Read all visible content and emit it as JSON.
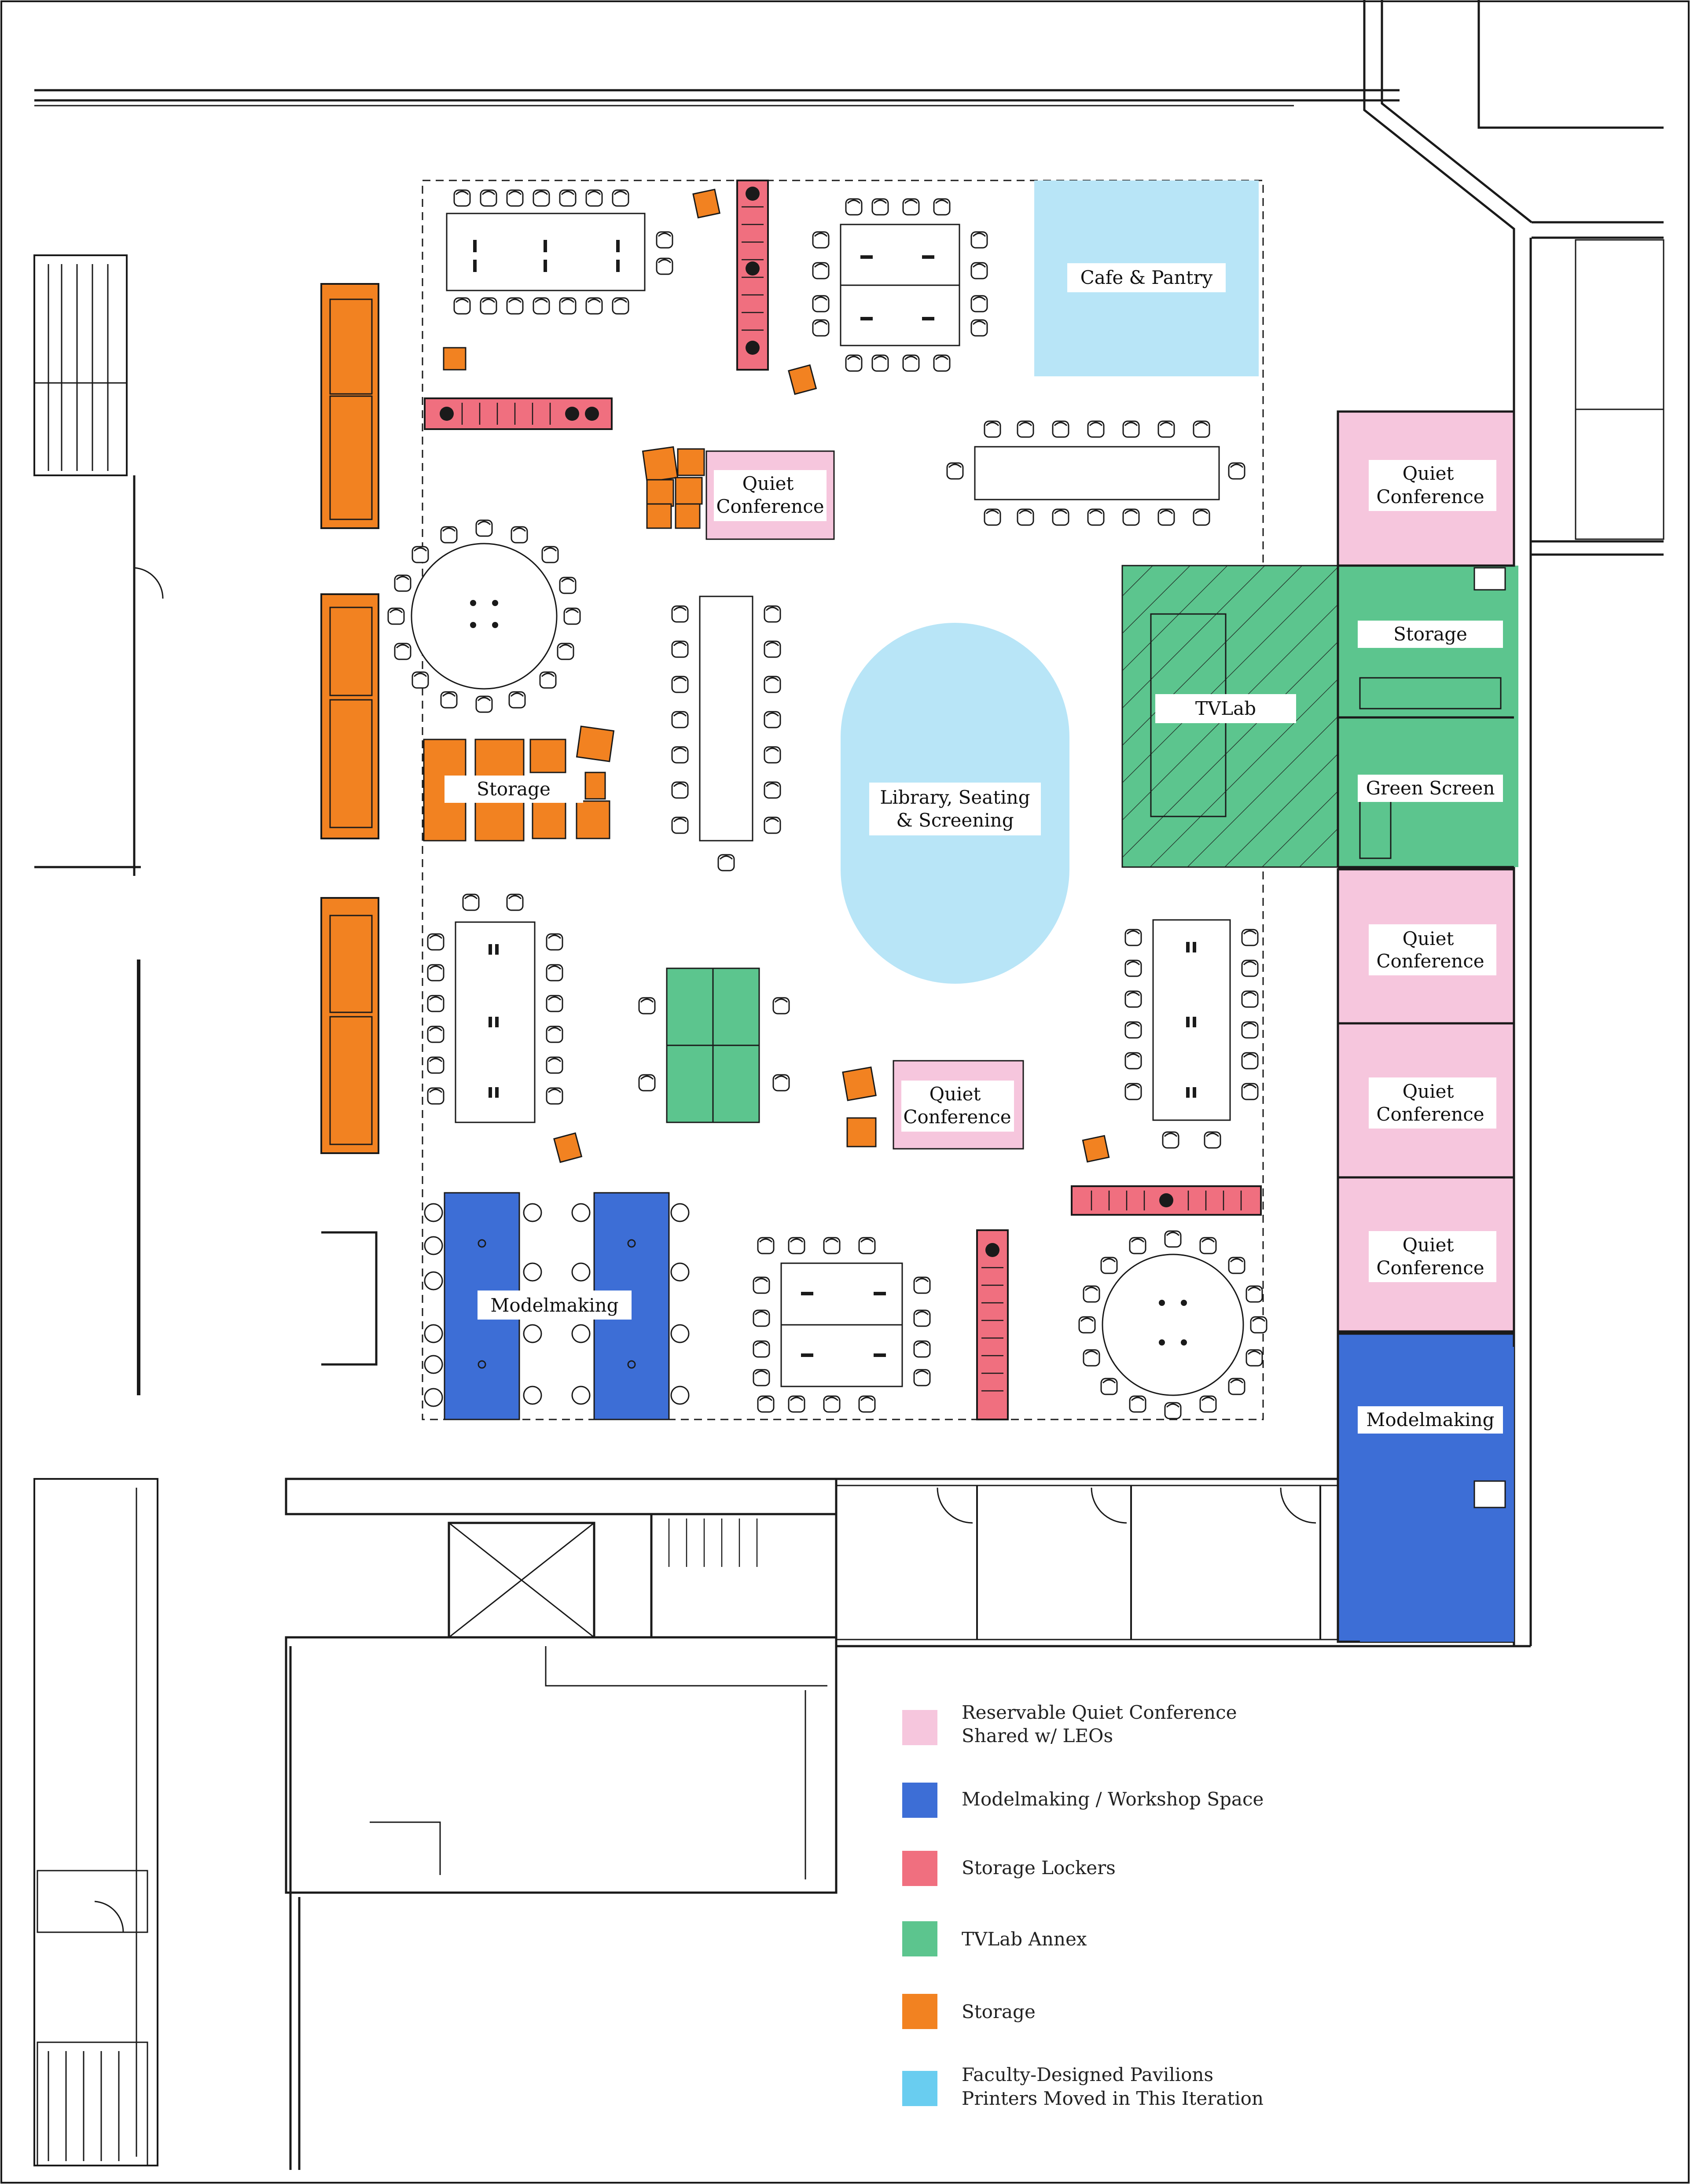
{
  "colors": {
    "quiet_conference": "#f6c6dd",
    "modelmaking": "#3d6ed6",
    "storage_lockers": "#f06f7f",
    "tvlab": "#5cc58e",
    "storage": "#f28221",
    "pavilions": "#b8e5f7",
    "pavilions_legend": "#69cdf0",
    "line": "#1a1a1a"
  },
  "rooms": {
    "cafe": "Cafe & Pantry",
    "library_line1": "Library, Seating",
    "library_line2": "& Screening",
    "tvlab": "TVLab",
    "storage": "Storage",
    "storage_corridor": "Storage",
    "green_screen": "Green Screen",
    "modelmaking_open": "Modelmaking",
    "modelmaking_room": "Modelmaking",
    "quiet_line1": "Quiet",
    "quiet_line2": "Conference"
  },
  "legend": {
    "item1_line1": "Reservable Quiet Conference",
    "item1_line2": "Shared w/ LEOs",
    "item2": "Modelmaking / Workshop Space",
    "item3": "Storage Lockers",
    "item4": "TVLab Annex",
    "item5": "Storage",
    "item6_line1": "Faculty-Designed Pavilions",
    "item6_line2": "Printers Moved in This Iteration"
  }
}
